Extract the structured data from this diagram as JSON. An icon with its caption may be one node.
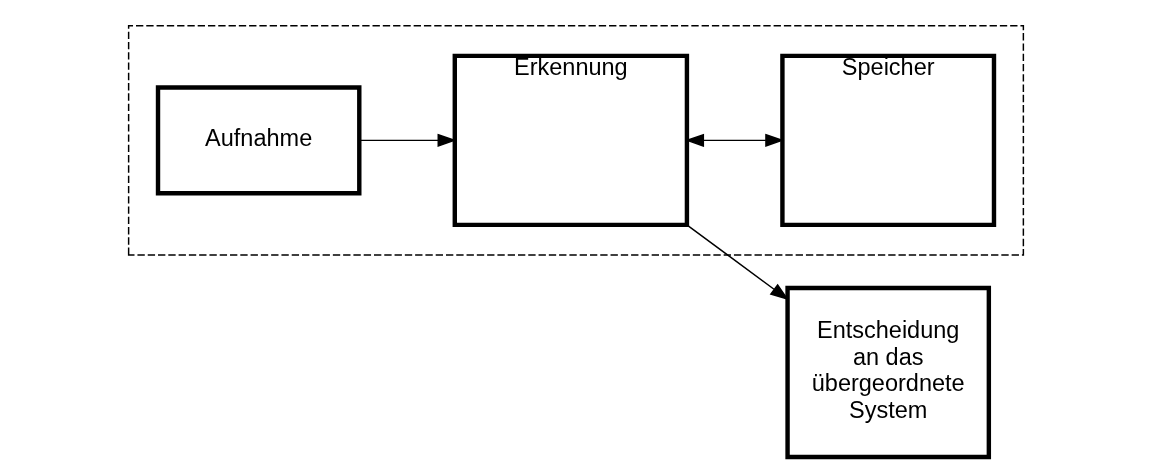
{
  "diagram": {
    "nodes": [
      {
        "text": [],
        "shape": "box"
      },
      {
        "text": [
          "Erkennung"
        ],
        "in": 0
      },
      {
        "text": [
          "Speicher"
        ],
        "in": 0
      },
      {
        "text": [
          "Aufnahme"
        ],
        "in": 0
      },
      {
        "text": [
          "Entscheidung an das übergeordnete System"
        ]
      }
    ],
    "edges": [
      {
        "from": 3,
        "to": 1,
        "arrow": "to"
      },
      {
        "from": 1,
        "to": 2,
        "arrow": "both"
      },
      {
        "from": 1,
        "to": 4,
        "arrow": "to"
      }
    ]
  }
}
